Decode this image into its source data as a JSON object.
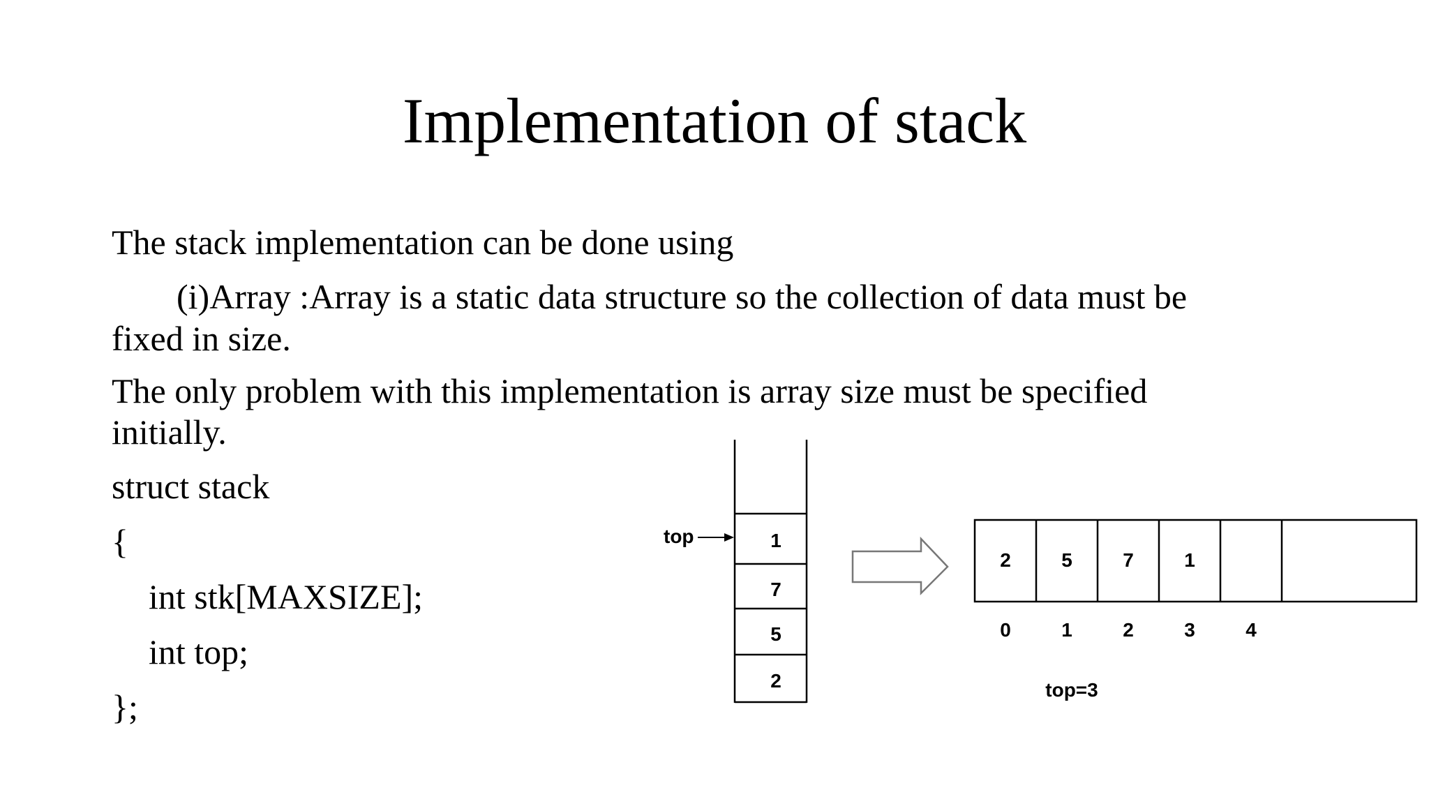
{
  "slide": {
    "title": "Implementation of stack",
    "lines": [
      "The stack implementation can be done using",
      "(i)Array :Array is a static data structure so the collection of data must be",
      "fixed in size.",
      "The only problem with this implementation is array size must be specified",
      "initially.",
      "struct stack",
      "{",
      "int stk[MAXSIZE];",
      "int top;",
      "};"
    ]
  },
  "figure": {
    "vertical_stack": {
      "pointer_label": "top",
      "cells_top_to_bottom": [
        "1",
        "7",
        "5",
        "2"
      ]
    },
    "horizontal_array": {
      "cells": [
        "2",
        "5",
        "7",
        "1",
        "",
        ""
      ],
      "indices": [
        "0",
        "1",
        "2",
        "3",
        "4"
      ],
      "caption": "top=3"
    }
  }
}
